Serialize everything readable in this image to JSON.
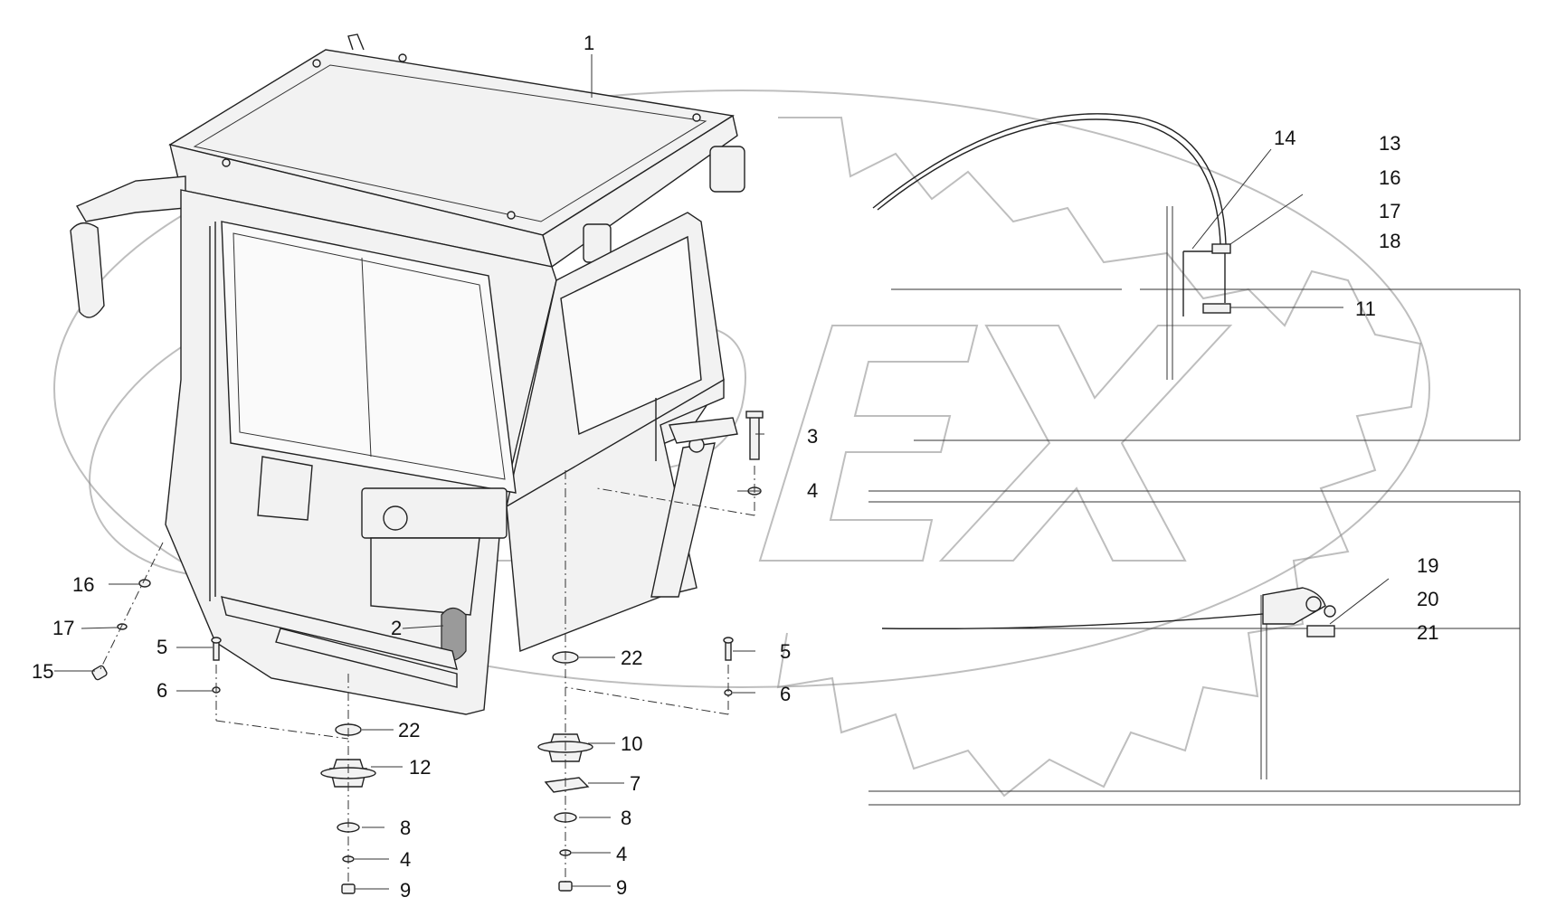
{
  "diagram": {
    "watermark_text": "OPEX",
    "callouts": [
      {
        "id": "c1",
        "text": "1"
      },
      {
        "id": "c2",
        "text": "2"
      },
      {
        "id": "c3",
        "text": "3"
      },
      {
        "id": "c4a",
        "text": "4"
      },
      {
        "id": "c5a",
        "text": "5"
      },
      {
        "id": "c6a",
        "text": "6"
      },
      {
        "id": "c5b",
        "text": "5"
      },
      {
        "id": "c6b",
        "text": "6"
      },
      {
        "id": "c16a",
        "text": "16"
      },
      {
        "id": "c17a",
        "text": "17"
      },
      {
        "id": "c15",
        "text": "15"
      },
      {
        "id": "c22a",
        "text": "22"
      },
      {
        "id": "c22b",
        "text": "22"
      },
      {
        "id": "c12",
        "text": "12"
      },
      {
        "id": "c8a",
        "text": "8"
      },
      {
        "id": "c4b",
        "text": "4"
      },
      {
        "id": "c9a",
        "text": "9"
      },
      {
        "id": "c10",
        "text": "10"
      },
      {
        "id": "c7",
        "text": "7"
      },
      {
        "id": "c8b",
        "text": "8"
      },
      {
        "id": "c4c",
        "text": "4"
      },
      {
        "id": "c9b",
        "text": "9"
      },
      {
        "id": "c14",
        "text": "14"
      },
      {
        "id": "c13",
        "text": "13"
      },
      {
        "id": "c16b",
        "text": "16"
      },
      {
        "id": "c17b",
        "text": "17"
      },
      {
        "id": "c18",
        "text": "18"
      },
      {
        "id": "c11",
        "text": "11"
      },
      {
        "id": "c19",
        "text": "19"
      },
      {
        "id": "c20",
        "text": "20"
      },
      {
        "id": "c21",
        "text": "21"
      }
    ]
  }
}
